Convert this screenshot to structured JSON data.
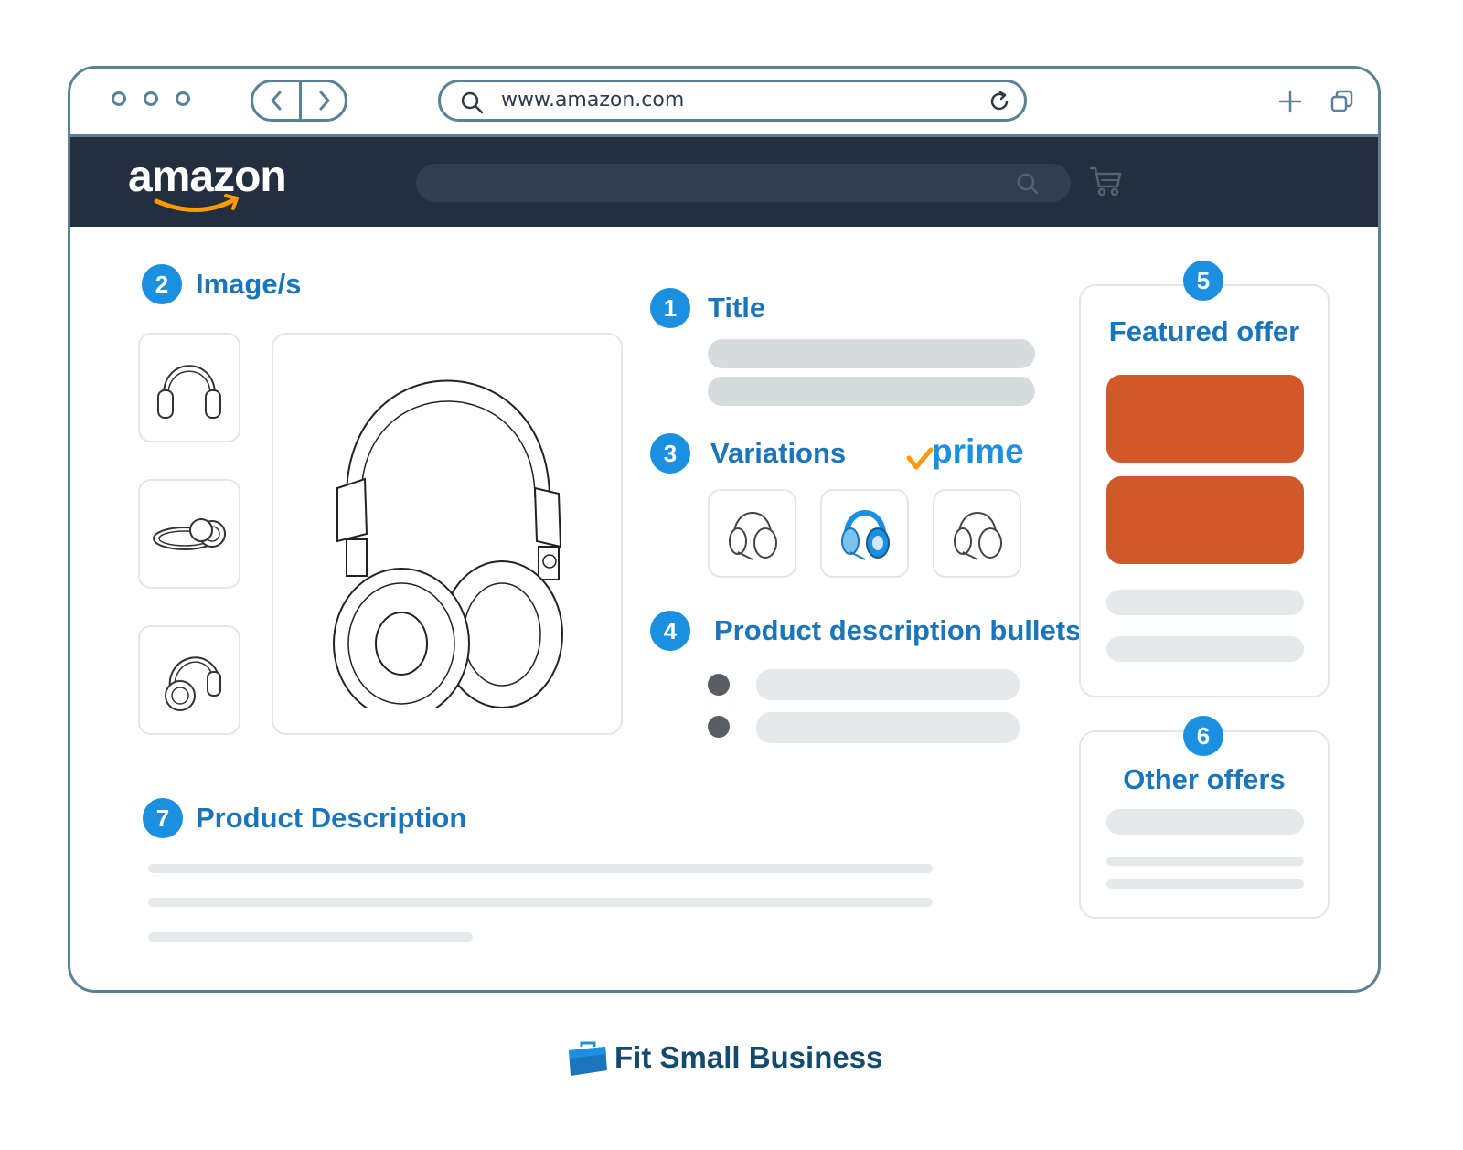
{
  "browser": {
    "url": "www.amazon.com",
    "icons": [
      "search-icon",
      "reload-icon",
      "plus-icon",
      "windows-icon",
      "back-icon",
      "forward-icon"
    ]
  },
  "site": {
    "logo": "amazon",
    "colors": {
      "header": "#232f3e",
      "accent": "#ff9900",
      "badge": "#1b8fe0",
      "button": "#d05829"
    }
  },
  "sections": {
    "images": {
      "number": "2",
      "label": "Image/s"
    },
    "title": {
      "number": "1",
      "label": "Title"
    },
    "variations": {
      "number": "3",
      "label": "Variations",
      "prime": "prime"
    },
    "bullets": {
      "number": "4",
      "label": "Product description bullets"
    },
    "featured": {
      "number": "5",
      "label": "Featured offer"
    },
    "other": {
      "number": "6",
      "label": "Other offers"
    },
    "description": {
      "number": "7",
      "label": "Product Description"
    }
  },
  "footer": {
    "brand": "Fit Small Business"
  }
}
